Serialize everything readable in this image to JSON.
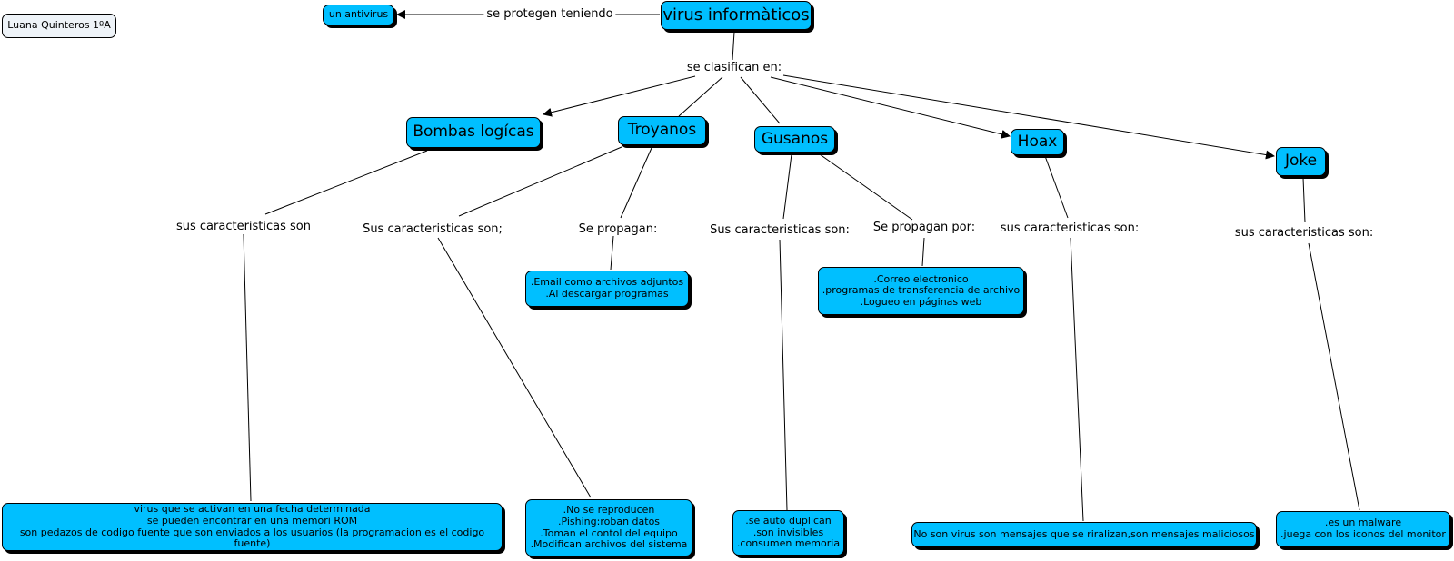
{
  "author": "Luana Quinteros 1ºA",
  "nodes": {
    "root": "virus informàticos",
    "antivirus": "un antivirus",
    "bombas": "Bombas logícas",
    "troyanos": "Troyanos",
    "gusanos": "Gusanos",
    "hoax": "Hoax",
    "joke": "Joke",
    "bombas_detail": "virus que se activan en una fecha determinada\nse pueden encontrar en una memori ROM\nson pedazos de codigo fuente que son enviados a los usuarios (la programacion es el codigo fuente)",
    "troyanos_char": ".No se reproducen\n.Pishing:roban datos\n.Toman el contol del equipo\n.Modifican archivos del sistema",
    "troyanos_prop": ".Email como archivos adjuntos\n.Al descargar programas",
    "gusanos_char": ".se auto duplican\n.son invisibles\n.consumen memoria",
    "gusanos_prop": ".Correo electronico\n.programas de transferencia de archivo\n.Logueo en páginas web",
    "hoax_char": "No son virus son mensajes que se riralizan,son mensajes maliciosos",
    "joke_char": ".es un malware\n.juega con los iconos del monitor"
  },
  "links": {
    "protect": "se protegen teniendo",
    "classify": "se clasifican en:",
    "bombas_char": "sus caracteristicas son",
    "troyanos_char": "Sus caracteristicas son;",
    "troyanos_prop": "Se propagan:",
    "gusanos_char": "Sus caracteristicas son:",
    "gusanos_prop": "Se propagan por:",
    "hoax_char": "sus caracteristicas son:",
    "joke_char": "sus caracteristicas son:"
  }
}
